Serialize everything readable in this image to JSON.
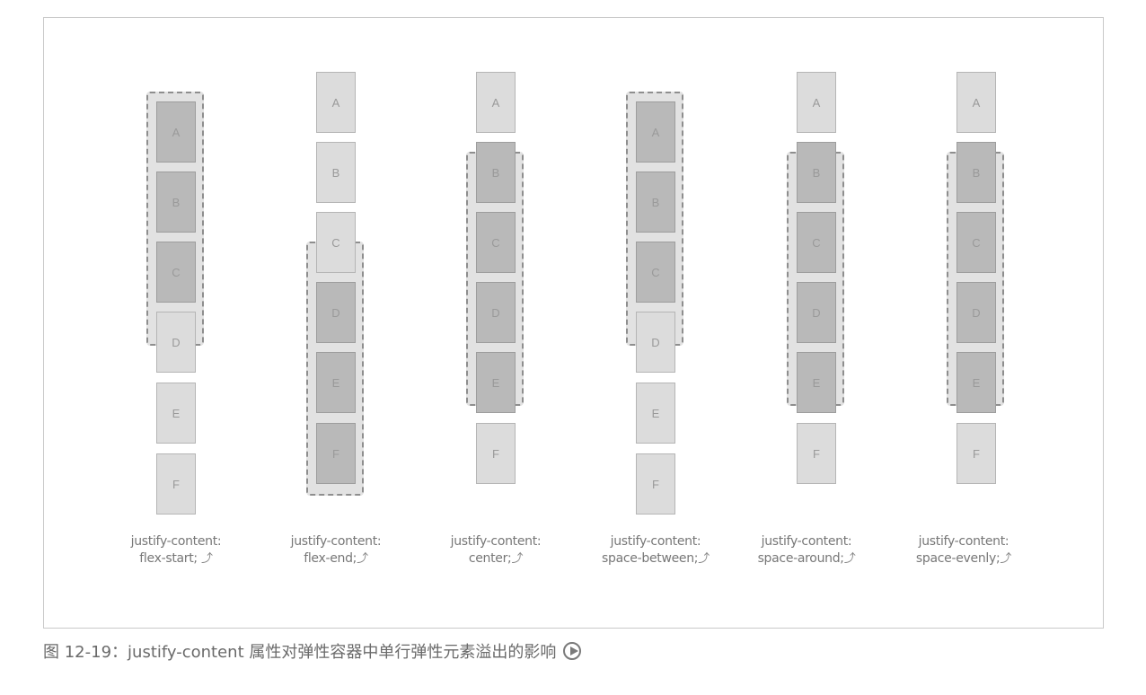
{
  "figure": {
    "caption_prefix": "图 12-19：",
    "caption_text": "justify-content 属性对弹性容器中单行弹性元素溢出的影响",
    "caption_icon": "play-circle-icon"
  },
  "items": [
    "A",
    "B",
    "C",
    "D",
    "E",
    "F"
  ],
  "examples": [
    {
      "line1": "justify-content:",
      "line2": "flex-start;",
      "arrow": "⤴"
    },
    {
      "line1": "justify-content:",
      "line2": "flex-end;",
      "arrow": "⤴"
    },
    {
      "line1": "justify-content:",
      "line2": "center;",
      "arrow": "⤴"
    },
    {
      "line1": "justify-content:",
      "line2": "space-between;",
      "arrow": "⤴"
    },
    {
      "line1": "justify-content:",
      "line2": "space-around;",
      "arrow": "⤴"
    },
    {
      "line1": "justify-content:",
      "line2": "space-evenly;",
      "arrow": "⤴"
    }
  ],
  "colors": {
    "item_fill": "#dcdcdc",
    "item_inside_fill": "#b9b9b9",
    "container_border": "#8e8e8e",
    "text": "#777777"
  }
}
